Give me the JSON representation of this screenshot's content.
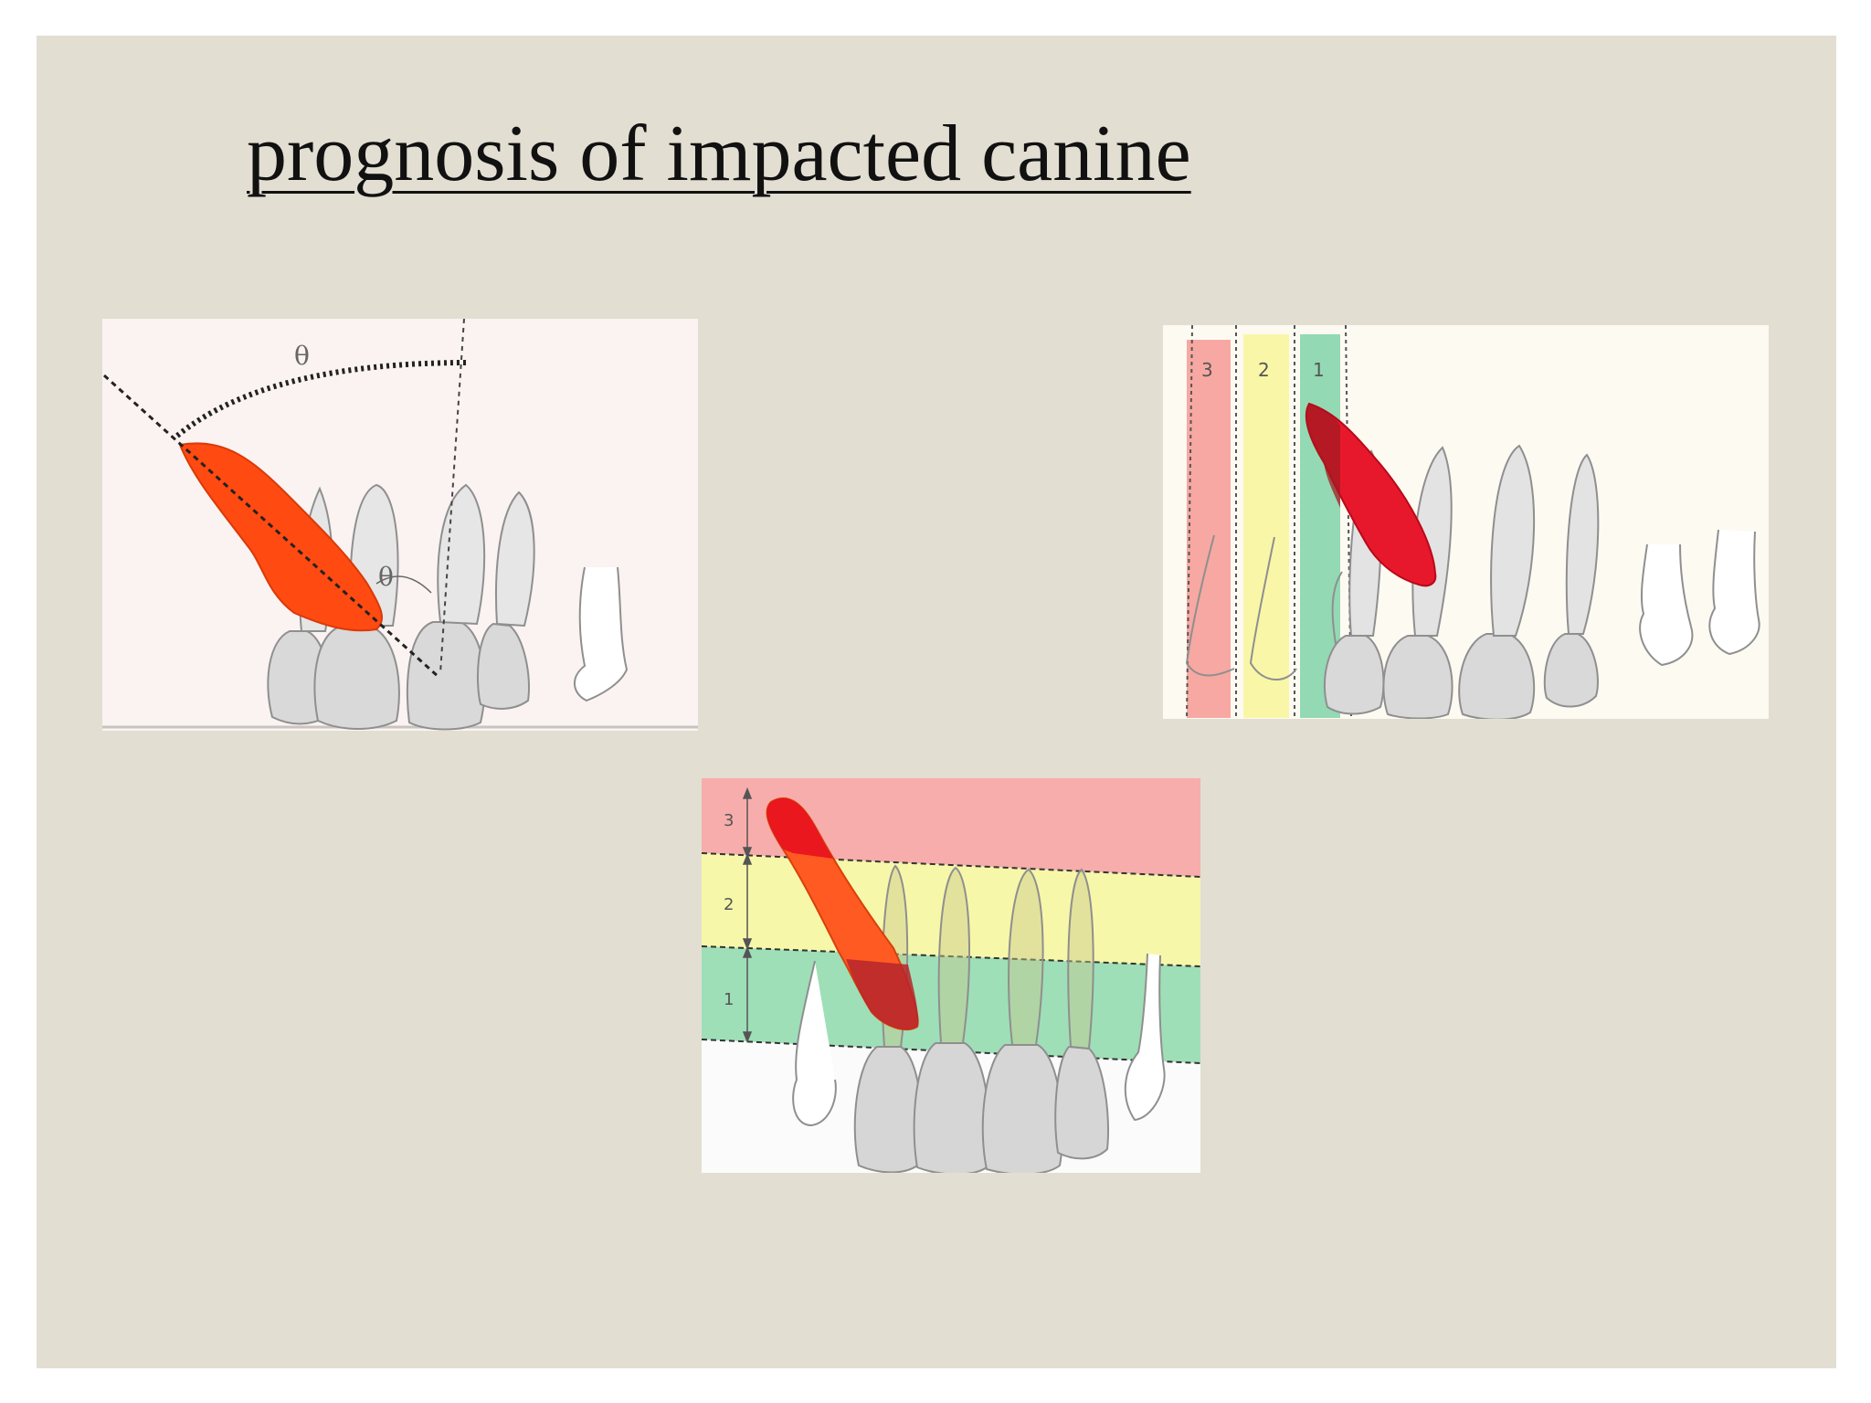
{
  "slide": {
    "title": "prognosis of impacted canine",
    "background_color": "#e2ded2"
  },
  "figure_angle": {
    "angle_labels": [
      "θ",
      "θ"
    ],
    "canine_color": "#ff4a12"
  },
  "figure_sector": {
    "zones": [
      {
        "label": "3",
        "color": "#f7a8a2"
      },
      {
        "label": "2",
        "color": "#f9f6a8"
      },
      {
        "label": "1",
        "color": "#93d9b4"
      }
    ],
    "canine_color": "#e8182c"
  },
  "figure_height": {
    "zones": [
      {
        "label": "3",
        "color": "#f7adab"
      },
      {
        "label": "2",
        "color": "#f7f7a9"
      },
      {
        "label": "1",
        "color": "#9edfb8"
      }
    ],
    "canine_color": "#ff5a22"
  }
}
